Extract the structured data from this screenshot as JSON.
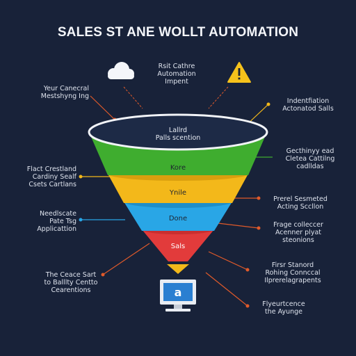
{
  "title": "SALES ST ANE WOLLT AUTOMATION",
  "top_label": "Rsit Cathre\nAutomation\nImpent",
  "funnel": {
    "rim_label": "Lallrd\nPalls scention",
    "stages": [
      {
        "label": "Kore",
        "color": "#3fad2f"
      },
      {
        "label": "Ynile",
        "color": "#f3b81a"
      },
      {
        "label": "Done",
        "color": "#29a6e6"
      },
      {
        "label": "Sals",
        "color": "#e23b3b"
      }
    ]
  },
  "left_labels": [
    "Yeur Canecral\nMestshyng Ing",
    "Flact Crestland\nCardiny Sealf\nCsets Cartlans",
    "Needlscate\nPate Tsg\nApplicattion",
    "The Ceace Sart\nto Balllty Centto\nCearentions"
  ],
  "right_labels": [
    "Indentfiation\nActonatod Salls",
    "Gecthinyy ead\nCletea Cattilng\ncadlldas",
    "Prerel Sesmeted\nActing Sccllon",
    "Frage colleccer\nAcenner plyat\nsteonions",
    "Firsr Stanord\nRohing Connccal\nIlprerelagrapents",
    "Flyeurtcence\nthe Ayunge"
  ],
  "icons": {
    "cloud": "cloud-icon",
    "warning": "warning-icon",
    "computer": "computer-icon"
  },
  "colors": {
    "background": "#182239",
    "leader": "#e05a2a",
    "accent_green": "#3fad2f"
  }
}
